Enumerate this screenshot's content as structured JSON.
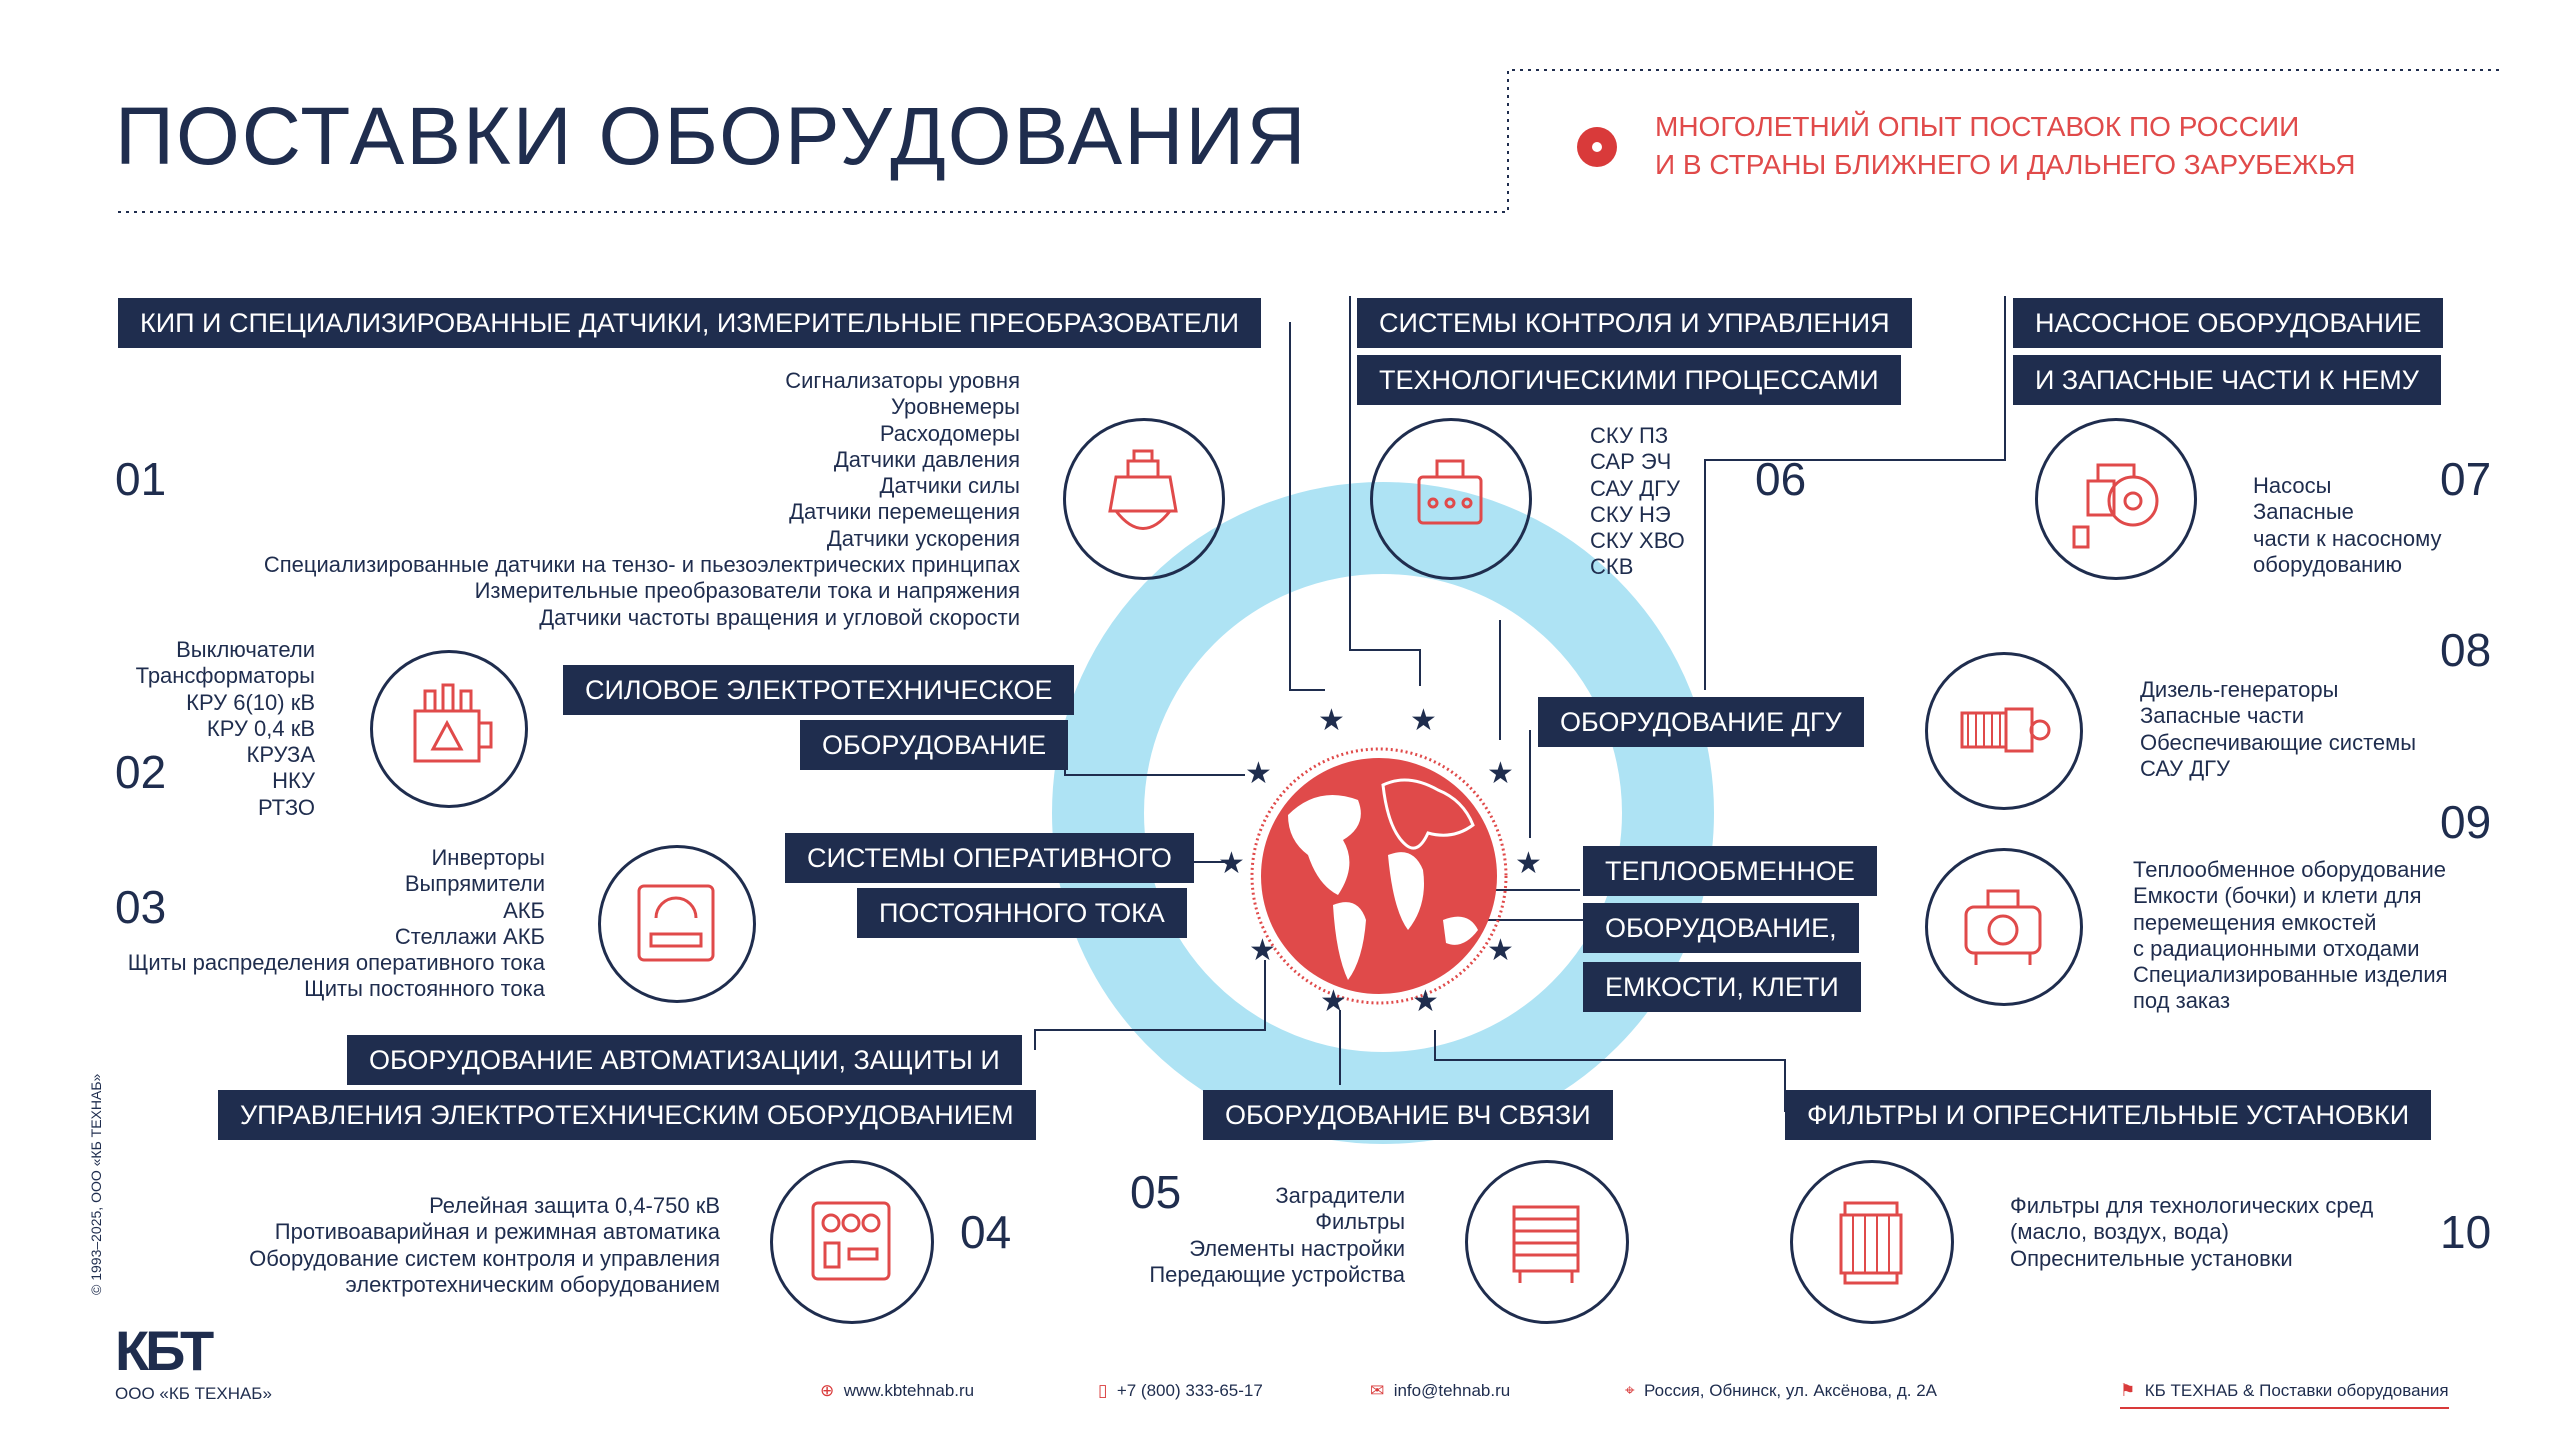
{
  "header": {
    "title": "ПОСТАВКИ ОБОРУДОВАНИЯ",
    "subtitle_line1": "МНОГОЛЕТНИЙ ОПЫТ ПОСТАВОК ПО РОССИИ",
    "subtitle_line2": "И В СТРАНЫ БЛИЖНЕГО И ДАЛЬНЕГО ЗАРУБЕЖЬЯ"
  },
  "colors": {
    "navy": "#1f2d4e",
    "red": "#e04a4a",
    "light_blue": "#aee3f4"
  },
  "sections": {
    "s01": {
      "num": "01",
      "bar1": "КИП И СПЕЦИАЛИЗИРОВАННЫЕ ДАТЧИКИ, ИЗМЕРИТЕЛЬНЫЕ ПРЕОБРАЗОВАТЕЛИ",
      "items": [
        "Сигнализаторы уровня",
        "Уровнемеры",
        "Расходомеры",
        "Датчики давления",
        "Датчики силы",
        "Датчики перемещения",
        "Датчики ускорения",
        "Специализированные датчики на тензо- и пьезоэлектрических принципах",
        "Измерительные преобразователи тока и напряжения",
        "Датчики частоты вращения и угловой скорости"
      ],
      "icon": "sensor-icon"
    },
    "s02": {
      "num": "02",
      "bar1": "СИЛОВОЕ ЭЛЕКТРОТЕХНИЧЕСКОЕ",
      "bar2": "ОБОРУДОВАНИЕ",
      "items": [
        "Выключатели",
        "Трансформаторы",
        "КРУ 6(10) кВ",
        "КРУ 0,4 кВ",
        "КРУЗА",
        "НКУ",
        "РТЗО"
      ],
      "icon": "transformer-icon"
    },
    "s03": {
      "num": "03",
      "bar1": "СИСТЕМЫ ОПЕРАТИВНОГО",
      "bar2": "ПОСТОЯННОГО ТОКА",
      "items": [
        "Инверторы",
        "Выпрямители",
        "АКБ",
        "Стеллажи АКБ",
        "Щиты распределения оперативного тока",
        "Щиты постоянного тока"
      ],
      "icon": "power-panel-icon"
    },
    "s04": {
      "num": "04",
      "bar1": "ОБОРУДОВАНИЕ АВТОМАТИЗАЦИИ, ЗАЩИТЫ И",
      "bar2": "УПРАВЛЕНИЯ ЭЛЕКТРОТЕХНИЧЕСКИМ ОБОРУДОВАНИЕМ",
      "items": [
        "Релейная защита 0,4-750 кВ",
        "Противоаварийная и режимная автоматика",
        "Оборудование систем контроля и управления",
        "электротехническим оборудованием"
      ],
      "icon": "relay-panel-icon"
    },
    "s05": {
      "num": "05",
      "bar1": "ОБОРУДОВАНИЕ ВЧ СВЯЗИ",
      "items": [
        "Заградители",
        "Фильтры",
        "Элементы настройки",
        "Передающие устройства"
      ],
      "icon": "hf-filter-icon"
    },
    "s06": {
      "num": "06",
      "bar1": "СИСТЕМЫ КОНТРОЛЯ И УПРАВЛЕНИЯ",
      "bar2": "ТЕХНОЛОГИЧЕСКИМИ ПРОЦЕССАМИ",
      "items": [
        "СКУ ПЗ",
        "САР ЭЧ",
        "САУ ДГУ",
        "СКУ НЭ",
        "СКУ ХВО",
        "СКВ"
      ],
      "icon": "control-unit-icon"
    },
    "s07": {
      "num": "07",
      "bar1": "НАСОСНОЕ ОБОРУДОВАНИЕ",
      "bar2": "И ЗАПАСНЫЕ ЧАСТИ К НЕМУ",
      "items": [
        "Насосы",
        "Запасные",
        "части к насосному",
        "оборудованию"
      ],
      "icon": "pump-icon"
    },
    "s08": {
      "num": "08",
      "bar1": "ОБОРУДОВАНИЕ ДГУ",
      "items": [
        "Дизель-генераторы",
        "Запасные части",
        "Обеспечивающие системы",
        "САУ ДГУ"
      ],
      "icon": "generator-icon"
    },
    "s09": {
      "num": "09",
      "bar1": "ТЕПЛООБМЕННОЕ",
      "bar2": "ОБОРУДОВАНИЕ,",
      "bar3": "ЕМКОСТИ, КЛЕТИ",
      "items": [
        "Теплообменное оборудование",
        "Емкости (бочки) и клети для",
        "перемещения емкостей",
        "с радиационными отходами",
        "Специализированные изделия",
        "под заказ"
      ],
      "icon": "heat-exchanger-icon"
    },
    "s10": {
      "num": "10",
      "bar1": "ФИЛЬТРЫ И ОПРЕСНИТЕЛЬНЫЕ УСТАНОВКИ",
      "items": [
        "Фильтры для технологических сред",
        "(масло, воздух, вода)",
        "Опреснительные установки"
      ],
      "icon": "filter-icon"
    }
  },
  "center": {
    "icon": "globe-icon",
    "stars": "★"
  },
  "sidebar": {
    "copyright": "1993–2025, ООО «КБ ТЕХНАБ»",
    "logo": "КБТ",
    "company": "ООО «КБ ТЕХНАБ»"
  },
  "footer": {
    "site": "www.kbtehnab.ru",
    "phone": "+7 (800) 333-65-17",
    "email": "info@tehnab.ru",
    "address": "Россия, Обнинск, ул. Аксёнова, д. 2А",
    "tag": "КБ ТЕХНАБ  &  Поставки оборудования"
  }
}
